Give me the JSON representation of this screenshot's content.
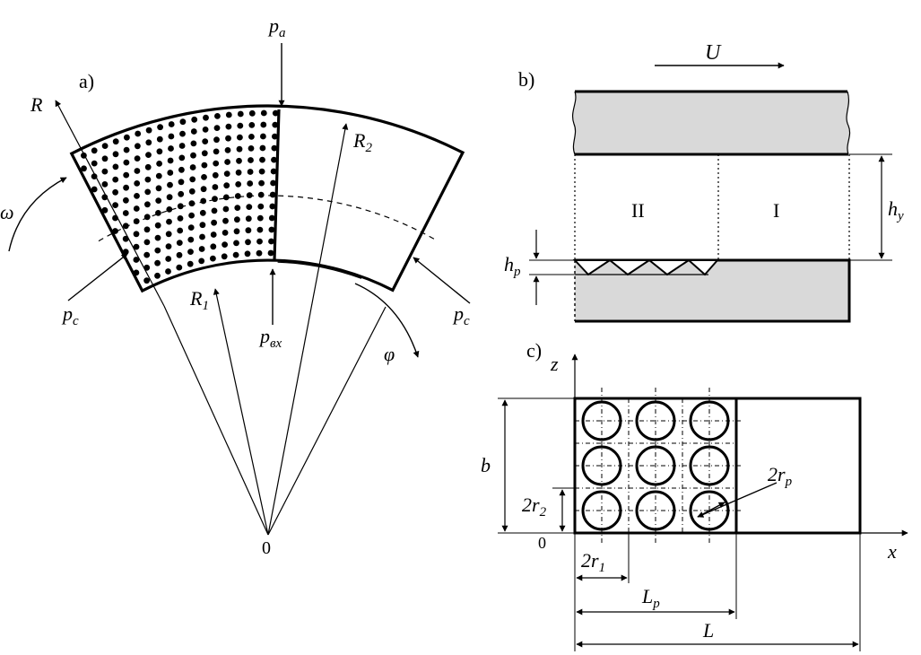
{
  "panel_a": {
    "label": "a)",
    "axis_R": "R",
    "omega": "ω",
    "p_a": {
      "main": "p",
      "sub": "a"
    },
    "R2": {
      "main": "R",
      "sub": "2"
    },
    "R1": {
      "main": "R",
      "sub": "1"
    },
    "p_c_left": {
      "main": "p",
      "sub": "c"
    },
    "p_c_right": {
      "main": "p",
      "sub": "c"
    },
    "p_vx": {
      "main": "p",
      "sub": "вх"
    },
    "phi": "φ",
    "origin": "0"
  },
  "panel_b": {
    "label": "b)",
    "U": "U",
    "zone_II": "II",
    "zone_I": "I",
    "h_y": {
      "main": "h",
      "sub": "y"
    },
    "h_p": {
      "main": "h",
      "sub": "p"
    }
  },
  "panel_c": {
    "label": "c)",
    "z": "z",
    "x": "x",
    "b": "b",
    "origin": "0",
    "two_r2": {
      "main": "2r",
      "sub": "2"
    },
    "two_rp": {
      "main": "2r",
      "sub": "p"
    },
    "two_r1": {
      "main": "2r",
      "sub": "1"
    },
    "Lp": {
      "main": "L",
      "sub": "p"
    },
    "L": "L"
  },
  "colors": {
    "line": "#000000",
    "fill_gray": "#d9d9d9",
    "background": "#ffffff"
  }
}
